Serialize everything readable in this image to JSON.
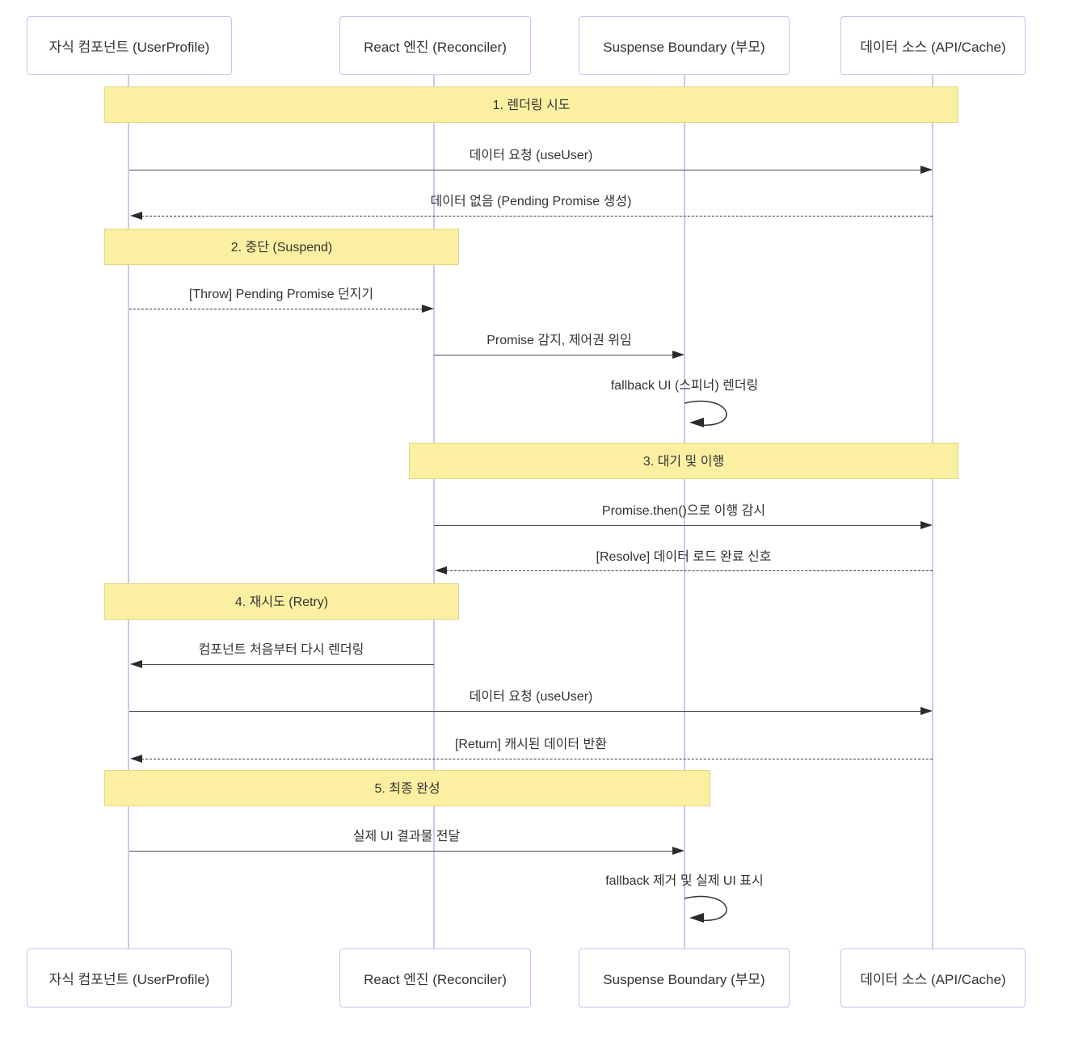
{
  "diagram_type": "sequence-diagram",
  "actors": [
    {
      "id": "child",
      "label": "자식 컴포넌트 (UserProfile)"
    },
    {
      "id": "react",
      "label": "React 엔진 (Reconciler)"
    },
    {
      "id": "suspense",
      "label": "Suspense Boundary (부모)"
    },
    {
      "id": "datasource",
      "label": "데이터 소스 (API/Cache)"
    }
  ],
  "sections": [
    {
      "label": "1. 렌더링 시도",
      "over": [
        "child",
        "react",
        "suspense",
        "datasource"
      ]
    },
    {
      "label": "2. 중단 (Suspend)",
      "over": [
        "child",
        "react"
      ]
    },
    {
      "label": "3. 대기 및 이행",
      "over": [
        "react",
        "suspense",
        "datasource"
      ]
    },
    {
      "label": "4. 재시도 (Retry)",
      "over": [
        "child",
        "react"
      ]
    },
    {
      "label": "5. 최종 완성",
      "over": [
        "child",
        "react",
        "suspense"
      ]
    }
  ],
  "messages": [
    {
      "label": "데이터 요청 (useUser)",
      "from": "child",
      "to": "datasource",
      "style": "solid",
      "kind": "arrow"
    },
    {
      "label": "데이터 없음 (Pending Promise 생성)",
      "from": "datasource",
      "to": "child",
      "style": "dashed",
      "kind": "arrow"
    },
    {
      "label": "[Throw] Pending Promise 던지기",
      "from": "child",
      "to": "react",
      "style": "dashed",
      "kind": "arrow"
    },
    {
      "label": "Promise 감지, 제어권 위임",
      "from": "react",
      "to": "suspense",
      "style": "solid",
      "kind": "arrow"
    },
    {
      "label": "fallback UI (스피너) 렌더링",
      "from": "suspense",
      "to": "suspense",
      "style": "solid",
      "kind": "self-loop"
    },
    {
      "label": "Promise.then()으로 이행 감시",
      "from": "react",
      "to": "datasource",
      "style": "solid",
      "kind": "arrow"
    },
    {
      "label": "[Resolve] 데이터 로드 완료 신호",
      "from": "datasource",
      "to": "react",
      "style": "dashed",
      "kind": "arrow"
    },
    {
      "label": "컴포넌트 처음부터 다시 렌더링",
      "from": "react",
      "to": "child",
      "style": "solid",
      "kind": "arrow"
    },
    {
      "label": "데이터 요청 (useUser)",
      "from": "child",
      "to": "datasource",
      "style": "solid",
      "kind": "arrow"
    },
    {
      "label": "[Return] 캐시된 데이터 반환",
      "from": "datasource",
      "to": "child",
      "style": "dashed",
      "kind": "arrow"
    },
    {
      "label": "실제 UI 결과물 전달",
      "from": "child",
      "to": "suspense",
      "style": "solid",
      "kind": "arrow"
    },
    {
      "label": "fallback 제거 및 실제 UI 표시",
      "from": "suspense",
      "to": "suspense",
      "style": "solid",
      "kind": "self-loop"
    }
  ],
  "colors": {
    "background": "#ffffff",
    "note_fill": "#fbf0a2",
    "note_border": "#e3d584",
    "lifeline": "#c9cbec",
    "actor_border": "#c3c5f0",
    "actor_fill": "#ffffff",
    "line": "#4d4d4d",
    "arrowhead": "#2b2b2b",
    "text": "#333333"
  }
}
